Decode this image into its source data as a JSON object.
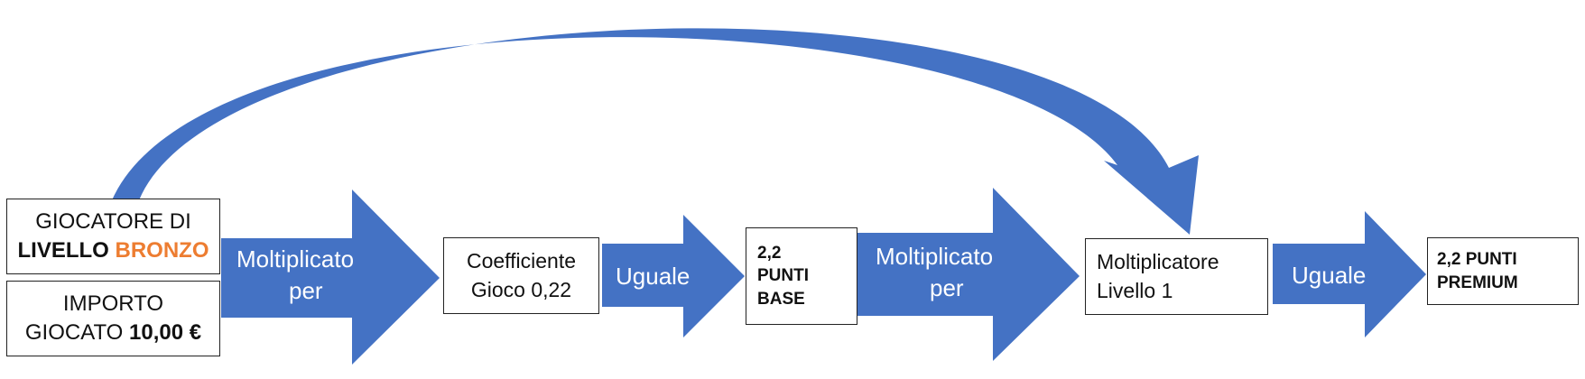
{
  "colors": {
    "arrow_fill": "#4472c4",
    "accent": "#ed7d31",
    "border": "#222222"
  },
  "player_box": {
    "line1": "GIOCATORE DI",
    "line2_prefix": "LIVELLO ",
    "line2_level": "BRONZO"
  },
  "amount_box": {
    "line1": "IMPORTO",
    "line2_prefix": "GIOCATO ",
    "line2_amount": "10,00 €"
  },
  "arrow1": {
    "line1": "Moltiplicato",
    "line2": "per"
  },
  "coefficient_box": {
    "line1": "Coefficiente",
    "line2": "Gioco 0,22"
  },
  "arrow2": {
    "label": "Uguale"
  },
  "base_points_box": {
    "line1": "2,2",
    "line2": "PUNTI",
    "line3": "BASE"
  },
  "arrow3": {
    "line1": "Moltiplicato",
    "line2": "per"
  },
  "multiplier_box": {
    "line1": "Moltiplicatore",
    "line2": "Livello 1"
  },
  "arrow4": {
    "label": "Uguale"
  },
  "premium_points_box": {
    "line1": "2,2 PUNTI",
    "line2": "PREMIUM"
  }
}
